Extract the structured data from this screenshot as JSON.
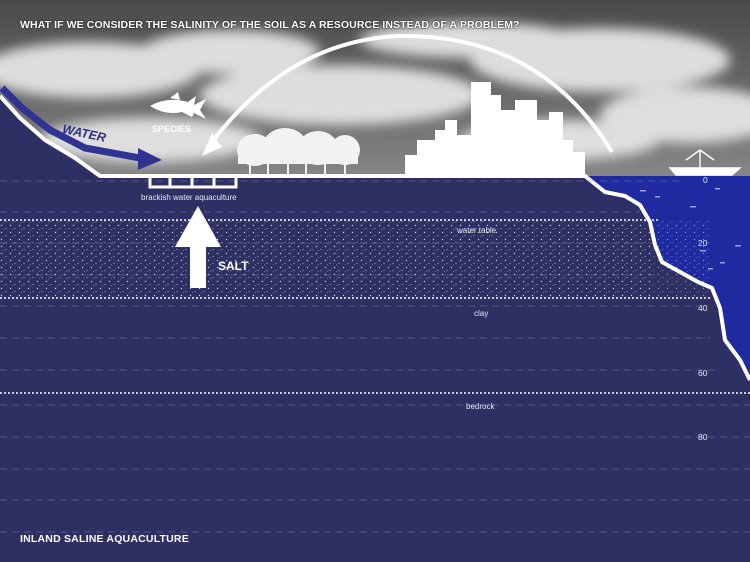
{
  "headline": "WHAT IF WE CONSIDER THE SALINITY OF THE SOIL AS A RESOURCE INSTEAD OF A PROBLEM?",
  "labels": {
    "water": "WATER",
    "species": "SPECIES",
    "aquaculture": "brackish water aquaculture",
    "salt": "SALT",
    "water_table": "water table",
    "clay": "clay",
    "bedrock": "bedrock"
  },
  "depth_scale": [
    "0",
    "20",
    "40",
    "60",
    "80"
  ],
  "footer": "INLAND SALINE AQUACULTURE",
  "colors": {
    "soil": "#2e2f63",
    "sea": "#1f2aa0",
    "arrow_water": "#2f3391",
    "text": "#ffffff"
  },
  "icons": [
    "fish-icon",
    "tree-line-icon",
    "city-skyline-icon",
    "boat-icon",
    "salt-arrow-icon",
    "water-arrow-icon",
    "cycle-arc-icon"
  ]
}
